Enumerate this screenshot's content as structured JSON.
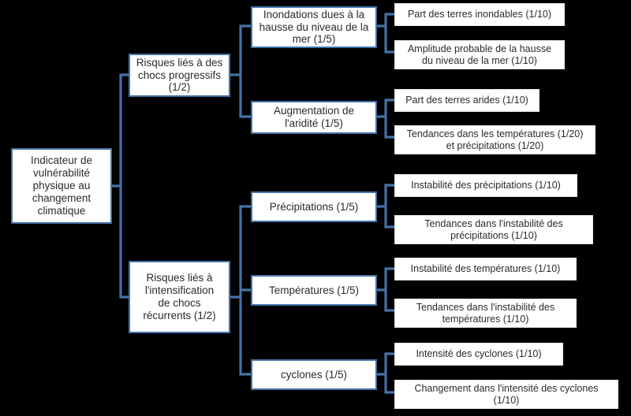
{
  "diagram": {
    "title": "Indicateur de vulnérabilité physique au changement climatique",
    "type": "hierarchy-tree",
    "orientation": "left-to-right",
    "colors": {
      "background": "#000000",
      "node_fill": "#ffffff",
      "node_border_framed": "#4472a8",
      "node_border_plain": "#e6e6e6",
      "connector": "#4472a8",
      "text": "#2b2b2b"
    },
    "root": {
      "label": "Indicateur de\nvulnérabilité\nphysique au\nchangement\nclimatique"
    },
    "level2": [
      {
        "label": "Risques liés à des\nchocs progressifs\n(1/2)"
      },
      {
        "label": "Risques liés à\nl'intensification\nde chocs\nrécurrents (1/2)"
      }
    ],
    "level3": [
      {
        "label": "Inondations dues à la\nhausse du niveau de la\nmer (1/5)"
      },
      {
        "label": "Augmentation de\nl'aridité (1/5)"
      },
      {
        "label": "Précipitations (1/5)"
      },
      {
        "label": "Températures (1/5)"
      },
      {
        "label": "cyclones (1/5)"
      }
    ],
    "leaves": [
      {
        "label": "Part des terres inondables (1/10)"
      },
      {
        "label": "Amplitude probable de la hausse\ndu niveau de la mer (1/10)"
      },
      {
        "label": "Part des terres arides (1/10)"
      },
      {
        "label": "Tendances dans les températures (1/20)\net  précipitations (1/20)"
      },
      {
        "label": "Instabilité des précipitations (1/10)"
      },
      {
        "label": "Tendances dans l'instabilité des\nprécipitations (1/10)"
      },
      {
        "label": "Instabilité des températures (1/10)"
      },
      {
        "label": "Tendances dans l'instabilité des\ntempératures (1/10)"
      },
      {
        "label": "Intensité des cyclones (1/10)"
      },
      {
        "label": "Changement dans l'intensité des cyclones\n(1/10)"
      }
    ]
  }
}
